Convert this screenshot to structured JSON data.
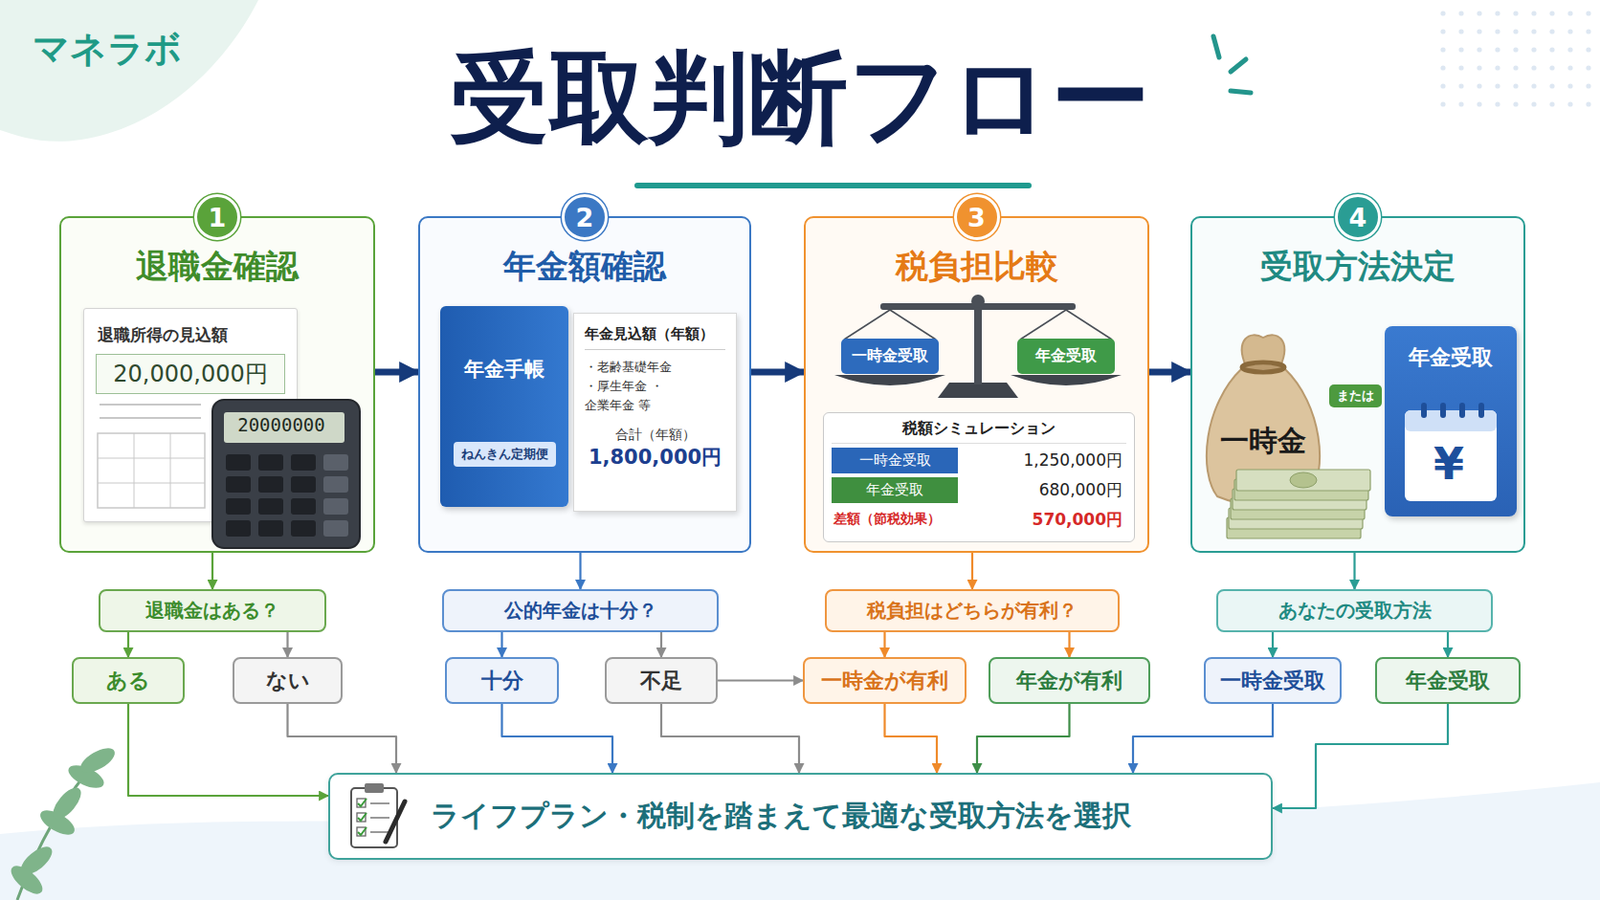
{
  "diagram": {
    "title": "受取判断フロー",
    "nodes": [
      {
        "text": [
          "1",
          "退職金確認"
        ]
      },
      {
        "text": [
          "退職所得の見込額",
          "20,000,000円"
        ],
        "in": 0
      },
      {
        "text": [
          "2",
          "年金額確認"
        ]
      },
      {
        "text": [
          "年金手帳",
          "ねんきん定期便"
        ],
        "in": 2
      },
      {
        "text": [
          "年金見込額（年額）",
          "・老齢基礎年金 ・厚生年金 ・企業年金 等",
          "合計（年額）",
          "1,800,000円"
        ],
        "in": 2
      },
      {
        "text": [
          "3",
          "税負担比較"
        ]
      },
      {
        "text": [
          "一時金受取"
        ],
        "in": 5
      },
      {
        "text": [
          "年金受取"
        ],
        "in": 5
      },
      {
        "text": [
          "税額シミュレーション",
          "一時金受取",
          "1,250,000円",
          "年金受取",
          "680,000円",
          "差額（節税効果）",
          "570,000円"
        ],
        "in": 5
      },
      {
        "text": [
          "4",
          "受取方法決定"
        ]
      },
      {
        "text": [
          "一時金"
        ],
        "in": 9
      },
      {
        "text": [
          "年金受取"
        ],
        "in": 9
      },
      {
        "text": [
          "退職金はある？"
        ]
      },
      {
        "text": [
          "ある"
        ]
      },
      {
        "text": [
          "ない"
        ]
      },
      {
        "text": [
          "公的年金は十分？"
        ]
      },
      {
        "text": [
          "十分"
        ]
      },
      {
        "text": [
          "不足"
        ]
      },
      {
        "text": [
          "税負担はどちらが有利？"
        ]
      },
      {
        "text": [
          "一時金が有利"
        ]
      },
      {
        "text": [
          "年金が有利"
        ]
      },
      {
        "text": [
          "あなたの受取方法"
        ]
      },
      {
        "text": [
          "一時金受取"
        ]
      },
      {
        "text": [
          "年金受取"
        ]
      },
      {
        "text": [
          "ライフプラン・税制を踏まえて最適な受取方法を選択"
        ]
      }
    ],
    "edges": [
      {
        "from": 0,
        "to": 2,
        "arrow": "to"
      },
      {
        "from": 2,
        "to": 5,
        "arrow": "to"
      },
      {
        "from": 5,
        "to": 9,
        "arrow": "to"
      },
      {
        "from": 0,
        "to": 12,
        "arrow": "to"
      },
      {
        "from": 12,
        "to": 13,
        "arrow": "to"
      },
      {
        "from": 12,
        "to": 14,
        "arrow": "to"
      },
      {
        "from": 2,
        "to": 15,
        "arrow": "to"
      },
      {
        "from": 15,
        "to": 16,
        "arrow": "to"
      },
      {
        "from": 15,
        "to": 17,
        "arrow": "to"
      },
      {
        "from": 5,
        "to": 18,
        "arrow": "to"
      },
      {
        "from": 18,
        "to": 19,
        "arrow": "to"
      },
      {
        "from": 18,
        "to": 20,
        "arrow": "to"
      },
      {
        "from": 9,
        "to": 21,
        "arrow": "to"
      },
      {
        "from": 21,
        "to": 22,
        "arrow": "to"
      },
      {
        "from": 21,
        "to": 23,
        "arrow": "to"
      },
      {
        "from": 17,
        "to": 19,
        "arrow": "to"
      },
      {
        "from": 13,
        "to": 24,
        "arrow": "to"
      },
      {
        "from": 14,
        "to": 24,
        "arrow": "to"
      },
      {
        "from": 16,
        "to": 24,
        "arrow": "to"
      },
      {
        "from": 17,
        "to": 24,
        "arrow": "to"
      },
      {
        "from": 19,
        "to": 24,
        "arrow": "to"
      },
      {
        "from": 20,
        "to": 24,
        "arrow": "to"
      },
      {
        "from": 22,
        "to": 24,
        "arrow": "to"
      },
      {
        "from": 23,
        "to": 24,
        "arrow": "to"
      }
    ],
    "labels": [
      "マネラボ",
      "20000000",
      "または",
      "¥"
    ]
  }
}
